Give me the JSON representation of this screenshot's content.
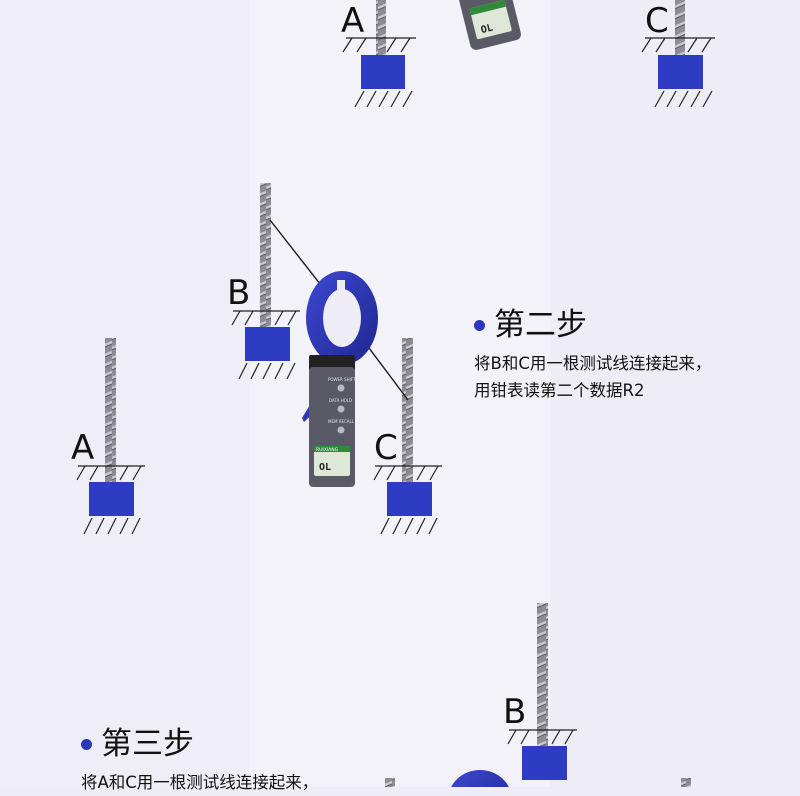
{
  "labels": {
    "rod_a": "A",
    "rod_b": "B",
    "rod_c": "C"
  },
  "meter": {
    "brand": "RUIXIANG",
    "reading": "OL",
    "buttons": [
      "POWER SHIFT",
      "DATA HOLD",
      "MEM RECALL"
    ],
    "colors": {
      "jaw": "#2d35b8",
      "body": "#5a5a66",
      "screen": "#dfe7d8"
    }
  },
  "steps": [
    {
      "title": "第二步",
      "lines": [
        "将B和C用一根测试线连接起来，",
        "用钳表读第二个数据R2"
      ]
    },
    {
      "title": "第三步",
      "lines": [
        "将A和C用一根测试线连接起来，"
      ]
    }
  ],
  "colors": {
    "accent": "#2b38b8",
    "electrode_block": "#2e3cc4",
    "rod": "#8c8c92",
    "background": "#eeedf6"
  }
}
